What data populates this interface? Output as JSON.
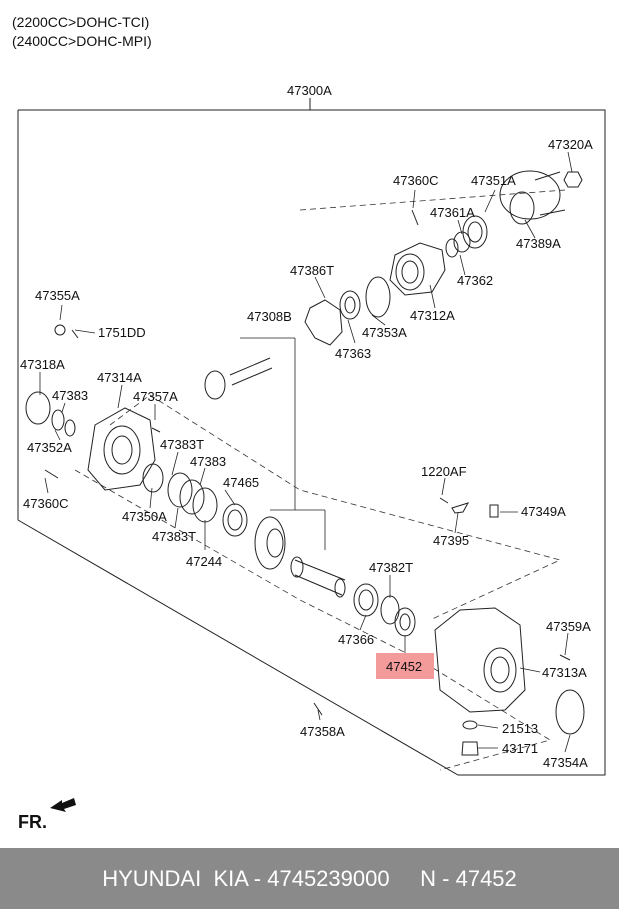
{
  "notes": [
    "(2200CC>DOHC-TCI)",
    "(2400CC>DOHC-MPI)"
  ],
  "assembly_label": "47300A",
  "direction_label": "FR.",
  "highlighted_part": "47452",
  "parts": {
    "p47320A": "47320A",
    "p47360C": "47360C",
    "p47351A": "47351A",
    "p47361A": "47361A",
    "p47389A": "47389A",
    "p47386T": "47386T",
    "p47362": "47362",
    "p47312A": "47312A",
    "p47355A": "47355A",
    "p1751DD": "1751DD",
    "p47308B": "47308B",
    "p47353A": "47353A",
    "p47363": "47363",
    "p47318A": "47318A",
    "p47314A": "47314A",
    "p47383a": "47383",
    "p47357A": "47357A",
    "p47352A": "47352A",
    "p47383T": "47383T",
    "p47383b": "47383",
    "p47360Cb": "47360C",
    "p47465": "47465",
    "p47350A": "47350A",
    "p47383Tb": "47383T",
    "p47244": "47244",
    "p1220AF": "1220AF",
    "p47349A": "47349A",
    "p47395": "47395",
    "p47382T": "47382T",
    "p47366": "47366",
    "p47359A": "47359A",
    "p47452": "47452",
    "p47313A": "47313A",
    "p47358A": "47358A",
    "p21513": "21513",
    "p43171": "43171",
    "p47354A": "47354A"
  },
  "footer": {
    "brand": "HYUNDAI  KIA - 4745239000",
    "ref": "N - 47452"
  }
}
